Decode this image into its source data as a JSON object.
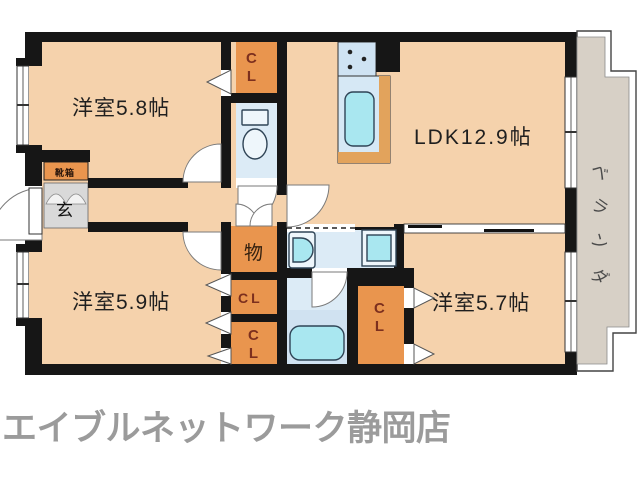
{
  "floorplan": {
    "rooms": {
      "bedroom_nw": {
        "label": "洋室5.8帖"
      },
      "ldk": {
        "label": "LDK12.9帖"
      },
      "bedroom_sw": {
        "label": "洋室5.9帖"
      },
      "bedroom_se": {
        "label": "洋室5.7帖"
      }
    },
    "closets": {
      "closet_top": {
        "label": "C\nL"
      },
      "closet_mid": {
        "label": "CL"
      },
      "closet_bottom": {
        "label": "C\nL"
      },
      "closet_right": {
        "label": "C\nL"
      },
      "storage": {
        "label": "物"
      }
    },
    "entrance": {
      "label": "玄",
      "shoe_cabinet_label": "靴箱"
    },
    "veranda": {
      "label": "ベランダ"
    },
    "colors": {
      "floor": "#f5d2ac",
      "closet_orange": "#e9954e",
      "wet_area_blue": "#dcebf6",
      "fixture_cyan": "#a9e7f0",
      "wall_black": "#161616",
      "veranda_gray": "#d7d0c6",
      "closet_label_red": "#7c2f1e",
      "watermark_gray": "#9b9b9b"
    }
  },
  "watermark": {
    "text": "エイブルネットワーク静岡店"
  }
}
